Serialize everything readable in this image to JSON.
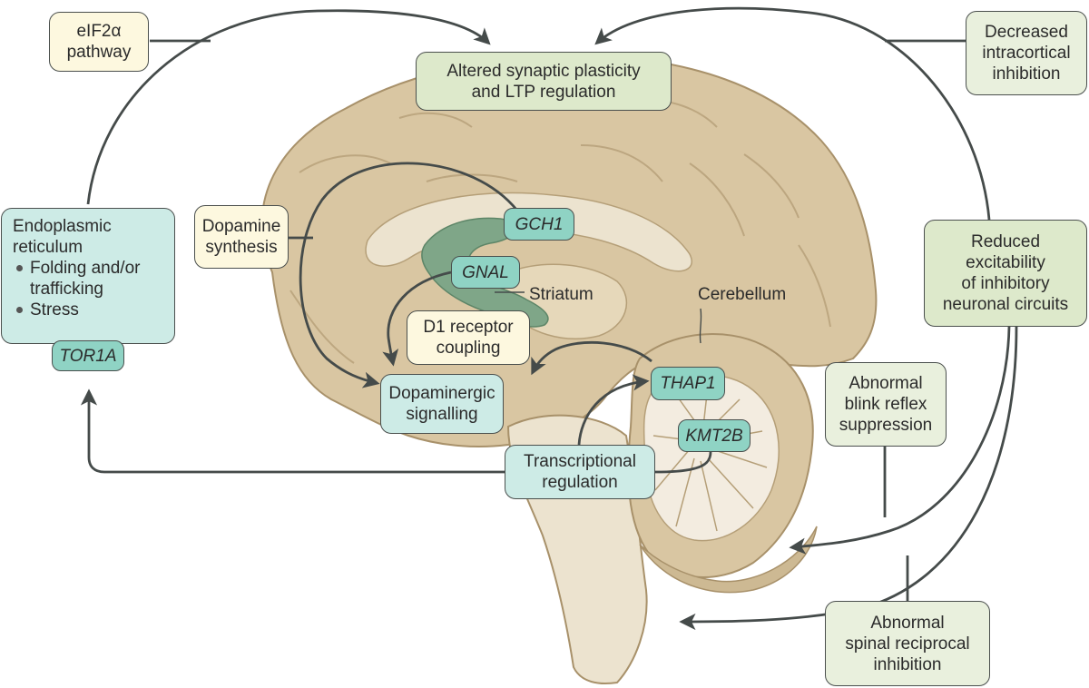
{
  "boxes": {
    "eif2a": {
      "lines": [
        "eIF2α",
        "pathway"
      ]
    },
    "synaptic": {
      "lines": [
        "Altered synaptic plasticity",
        "and LTP regulation"
      ]
    },
    "intracortical": {
      "lines": [
        "Decreased",
        "intracortical",
        "inhibition"
      ]
    },
    "dopamine_synthesis": {
      "lines": [
        "Dopamine",
        "synthesis"
      ]
    },
    "er": {
      "title_lines": [
        "Endoplasmic",
        "reticulum"
      ],
      "bullets": [
        "Folding and/or",
        "trafficking",
        "Stress"
      ]
    },
    "reduced_excitability": {
      "lines": [
        "Reduced",
        "excitability",
        "of inhibitory",
        "neuronal circuits"
      ]
    },
    "d1_receptor": {
      "lines": [
        "D1 receptor",
        "coupling"
      ]
    },
    "dopaminergic": {
      "lines": [
        "Dopaminergic",
        "signalling"
      ]
    },
    "blink": {
      "lines": [
        "Abnormal",
        "blink reflex",
        "suppression"
      ]
    },
    "transcriptional": {
      "lines": [
        "Transcriptional",
        "regulation"
      ]
    },
    "spinal": {
      "lines": [
        "Abnormal",
        "spinal reciprocal",
        "inhibition"
      ]
    }
  },
  "genes": {
    "gch1": "GCH1",
    "gnal": "GNAL",
    "tor1a": "TOR1A",
    "thap1": "THAP1",
    "kmt2b": "KMT2B"
  },
  "labels": {
    "striatum": "Striatum",
    "cerebellum": "Cerebellum"
  },
  "colors": {
    "brain_fill": "#d9c6a2",
    "brain_stroke": "#a8916a",
    "striatum_fill": "#7fa688",
    "arrow": "#454b4a",
    "gene_fill": "#8fd3c4"
  }
}
